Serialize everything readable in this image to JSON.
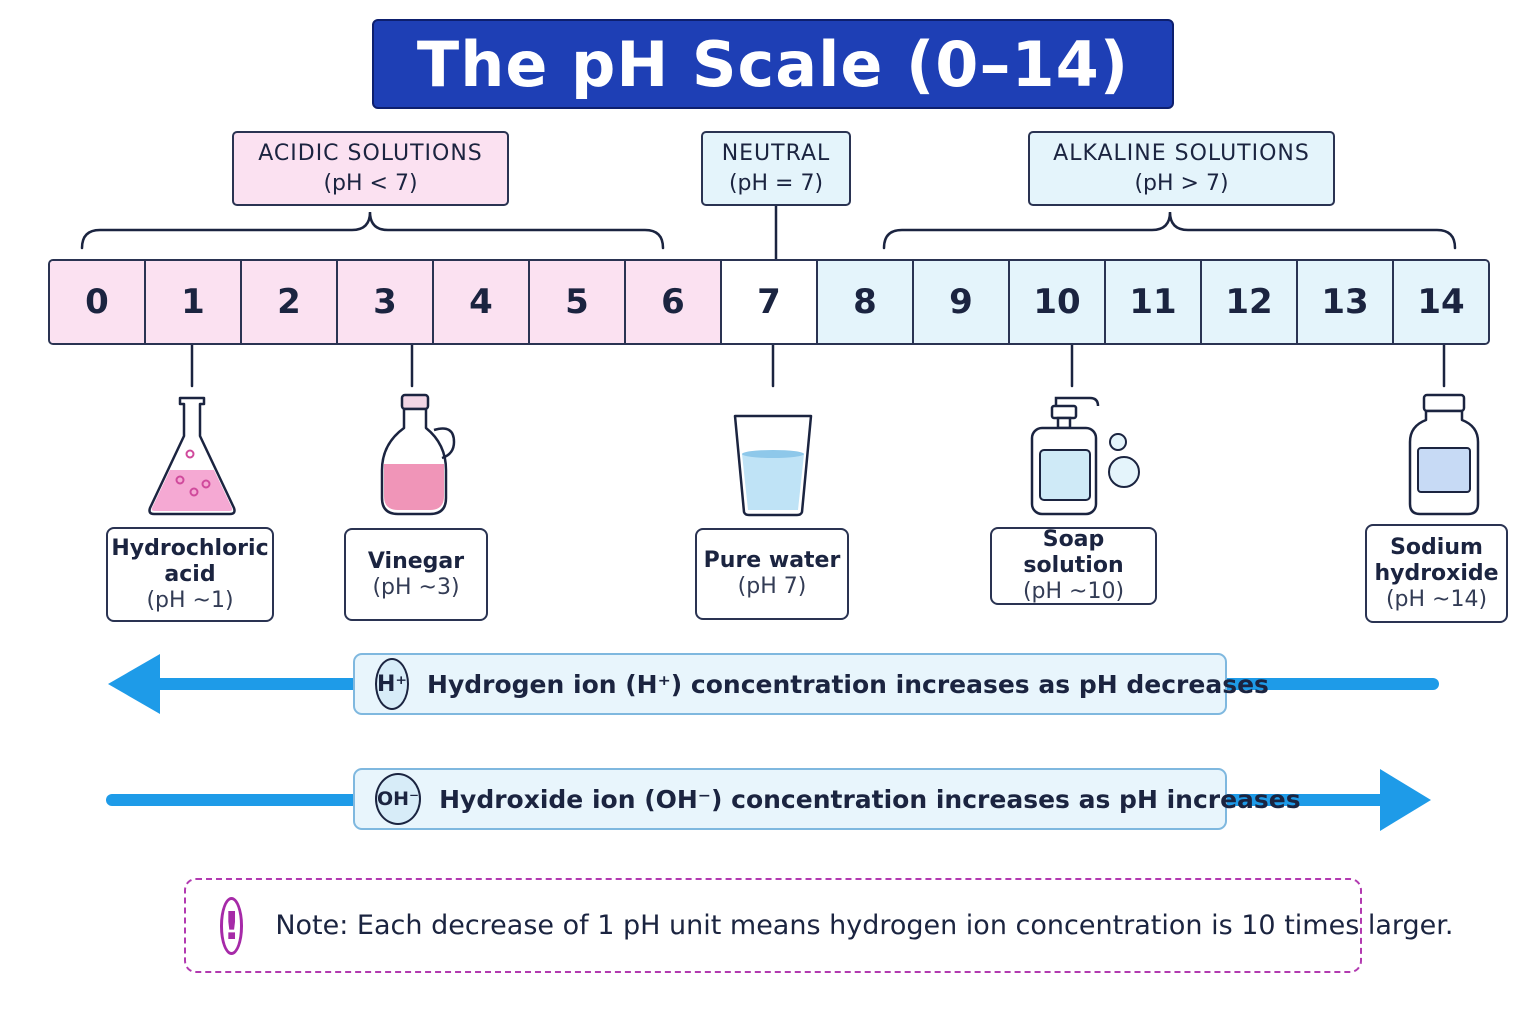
{
  "title": "The pH Scale (0–14)",
  "groups": {
    "acidic": {
      "name": "ACIDIC SOLUTIONS",
      "range": "(pH < 7)"
    },
    "neutral": {
      "name": "NEUTRAL",
      "range": "(pH = 7)"
    },
    "alkaline": {
      "name": "ALKALINE SOLUTIONS",
      "range": "(pH > 7)"
    }
  },
  "scale": [
    "0",
    "1",
    "2",
    "3",
    "4",
    "5",
    "6",
    "7",
    "8",
    "9",
    "10",
    "11",
    "12",
    "13",
    "14"
  ],
  "colors": {
    "acid": "#fbe1f1",
    "neutral": "#ffffff",
    "alkaline": "#e4f4fb",
    "title": "#1e3fb5",
    "arrow": "#1e9be8",
    "note": "#a62aa8"
  },
  "examples": [
    {
      "name": "Hydrochloric acid",
      "ph": "(pH ~1)",
      "icon": "flask-icon"
    },
    {
      "name": "Vinegar",
      "ph": "(pH ~3)",
      "icon": "vinegar-bottle-icon"
    },
    {
      "name": "Pure water",
      "ph": "(pH 7)",
      "icon": "water-glass-icon"
    },
    {
      "name": "Soap solution",
      "ph": "(pH ~10)",
      "icon": "soap-dispenser-icon"
    },
    {
      "name": "Sodium hydroxide",
      "ph": "(pH ~14)",
      "icon": "chemical-bottle-icon"
    }
  ],
  "ions": {
    "hydrogen": {
      "badge": "H⁺",
      "text": "Hydrogen ion (H⁺) concentration increases as pH decreases"
    },
    "hydroxide": {
      "badge": "OH⁻",
      "text": "Hydroxide ion (OH⁻) concentration increases as pH increases"
    }
  },
  "note": {
    "icon": "!",
    "text": "Note: Each decrease of 1 pH unit means hydrogen ion concentration is 10 times larger."
  }
}
